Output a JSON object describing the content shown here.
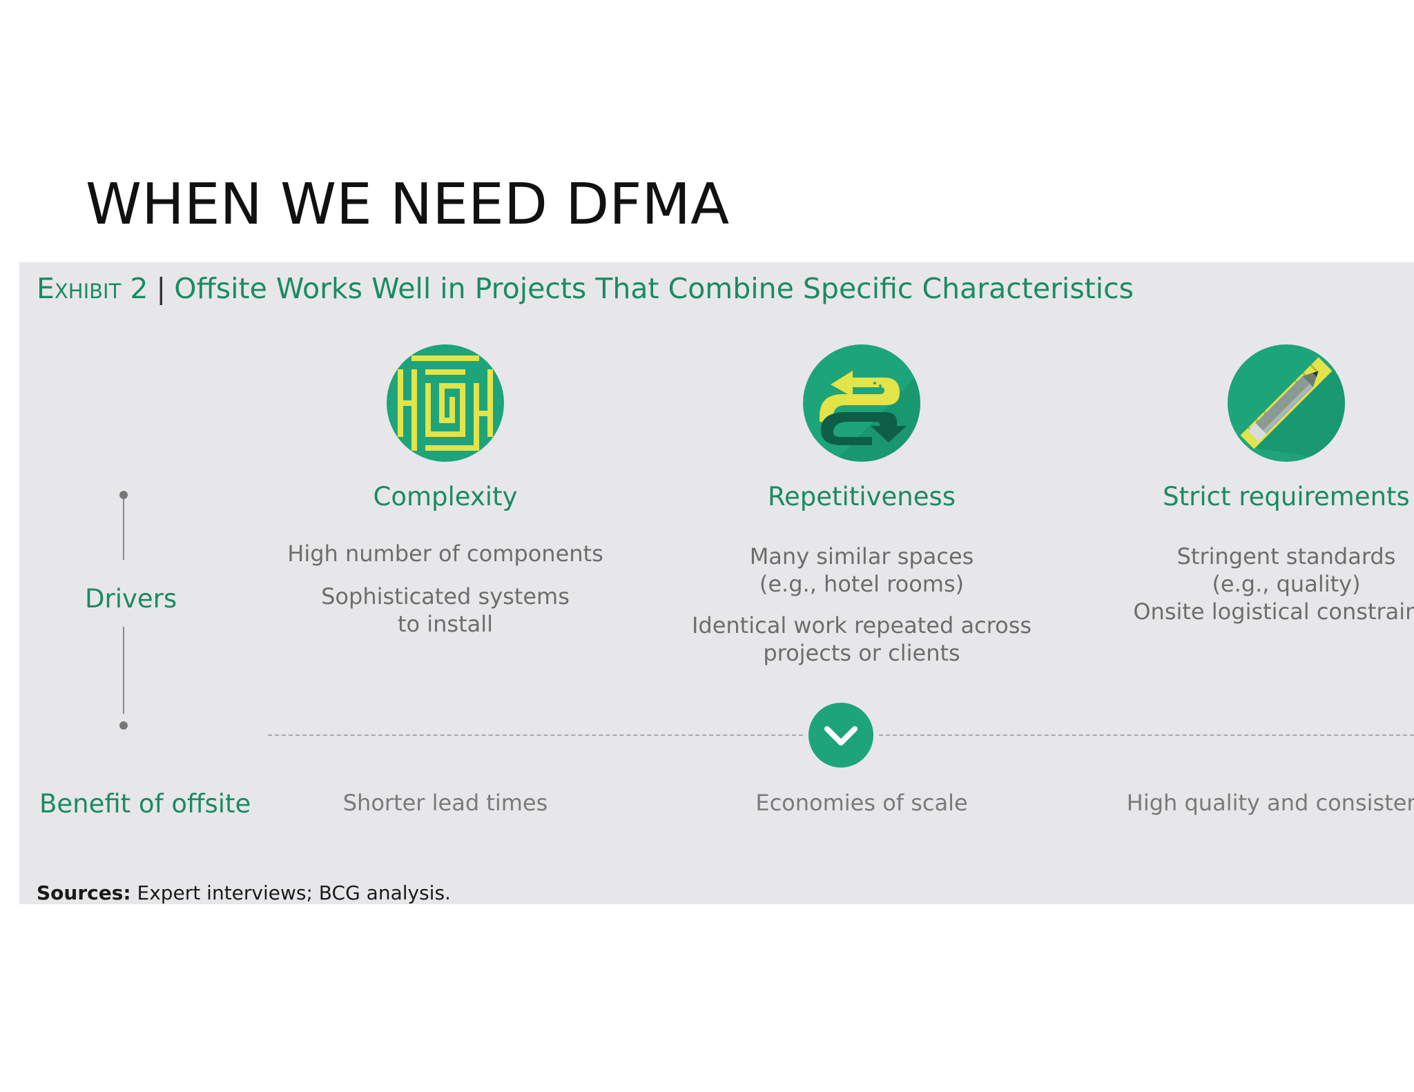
{
  "slide": {
    "title": "WHEN WE NEED DFMA"
  },
  "exhibit": {
    "label": "Exhibit 2",
    "title": "Offsite Works Well in Projects That Combine Specific Characteristics",
    "row_labels": {
      "drivers": "Drivers",
      "benefit": "Benefit of offsite"
    },
    "columns": [
      {
        "icon": "maze-icon",
        "heading": "Complexity",
        "drivers": [
          "High number of components",
          "Sophisticated systems\nto install"
        ],
        "benefit": "Shorter lead times"
      },
      {
        "icon": "repeat-arrows-icon",
        "heading": "Repetitiveness",
        "drivers": [
          "Many similar spaces\n(e.g., hotel rooms)",
          "Identical work repeated across\nprojects or clients"
        ],
        "benefit": "Economies of scale"
      },
      {
        "icon": "ruler-pencil-icon",
        "heading": "Strict requirements",
        "drivers": [
          "Stringent standards\n(e.g., quality)",
          "Onsite logistical constraints"
        ],
        "benefit": "High quality and consistency"
      }
    ],
    "sources_label": "Sources:",
    "sources_text": " Expert interviews; BCG analysis."
  },
  "colors": {
    "accent": "#1ea47a",
    "heading_green": "#1b8a63",
    "icon_yellow": "#e3e34a",
    "panel_bg": "#e7e7e9"
  }
}
